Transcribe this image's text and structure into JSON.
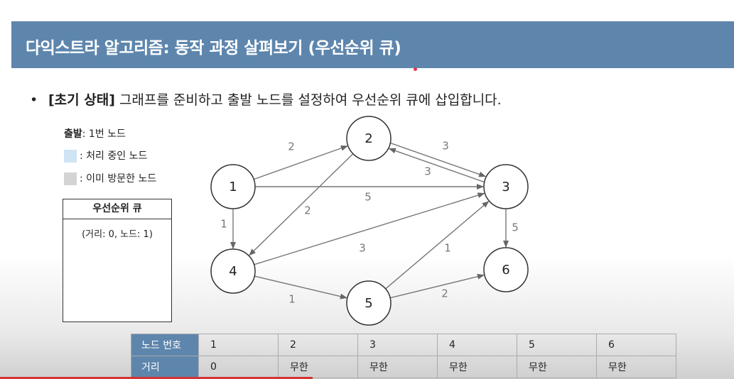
{
  "title": "다익스트라 알고리즘: 동작 과정 살펴보기 (우선순위 큐)",
  "bullet": {
    "marker": "•",
    "bold_text": "[초기 상태]",
    "text": " 그래프를 준비하고 출발 노드를 설정하여 우선순위 큐에 삽입합니다."
  },
  "legend": {
    "start_bold": "출발",
    "start_rest": ": 1번 노드",
    "processing_label": ": 처리 중인 노드",
    "visited_label": ": 이미 방문한 노드",
    "processing_color": "#cfe4f5",
    "visited_color": "#d4d4d4"
  },
  "queue": {
    "header": "우선순위 큐",
    "items": [
      "(거리: 0, 노드: 1)"
    ]
  },
  "graph": {
    "nodes": [
      {
        "id": "1",
        "label": "1"
      },
      {
        "id": "2",
        "label": "2"
      },
      {
        "id": "3",
        "label": "3"
      },
      {
        "id": "4",
        "label": "4"
      },
      {
        "id": "5",
        "label": "5"
      },
      {
        "id": "6",
        "label": "6"
      }
    ],
    "edges": [
      {
        "from": "1",
        "to": "2",
        "weight": "2"
      },
      {
        "from": "1",
        "to": "3",
        "weight": "5"
      },
      {
        "from": "1",
        "to": "4",
        "weight": "1"
      },
      {
        "from": "2",
        "to": "3",
        "weight": "3"
      },
      {
        "from": "2",
        "to": "4",
        "weight": "2"
      },
      {
        "from": "3",
        "to": "2",
        "weight": "3"
      },
      {
        "from": "3",
        "to": "6",
        "weight": "5"
      },
      {
        "from": "4",
        "to": "3",
        "weight": "3"
      },
      {
        "from": "4",
        "to": "5",
        "weight": "1"
      },
      {
        "from": "5",
        "to": "3",
        "weight": "1"
      },
      {
        "from": "5",
        "to": "6",
        "weight": "2"
      }
    ]
  },
  "distance_table": {
    "row1_header": "노드 번호",
    "row2_header": "거리",
    "nodes": [
      "1",
      "2",
      "3",
      "4",
      "5",
      "6"
    ],
    "distances": [
      "0",
      "무한",
      "무한",
      "무한",
      "무한",
      "무한"
    ]
  }
}
